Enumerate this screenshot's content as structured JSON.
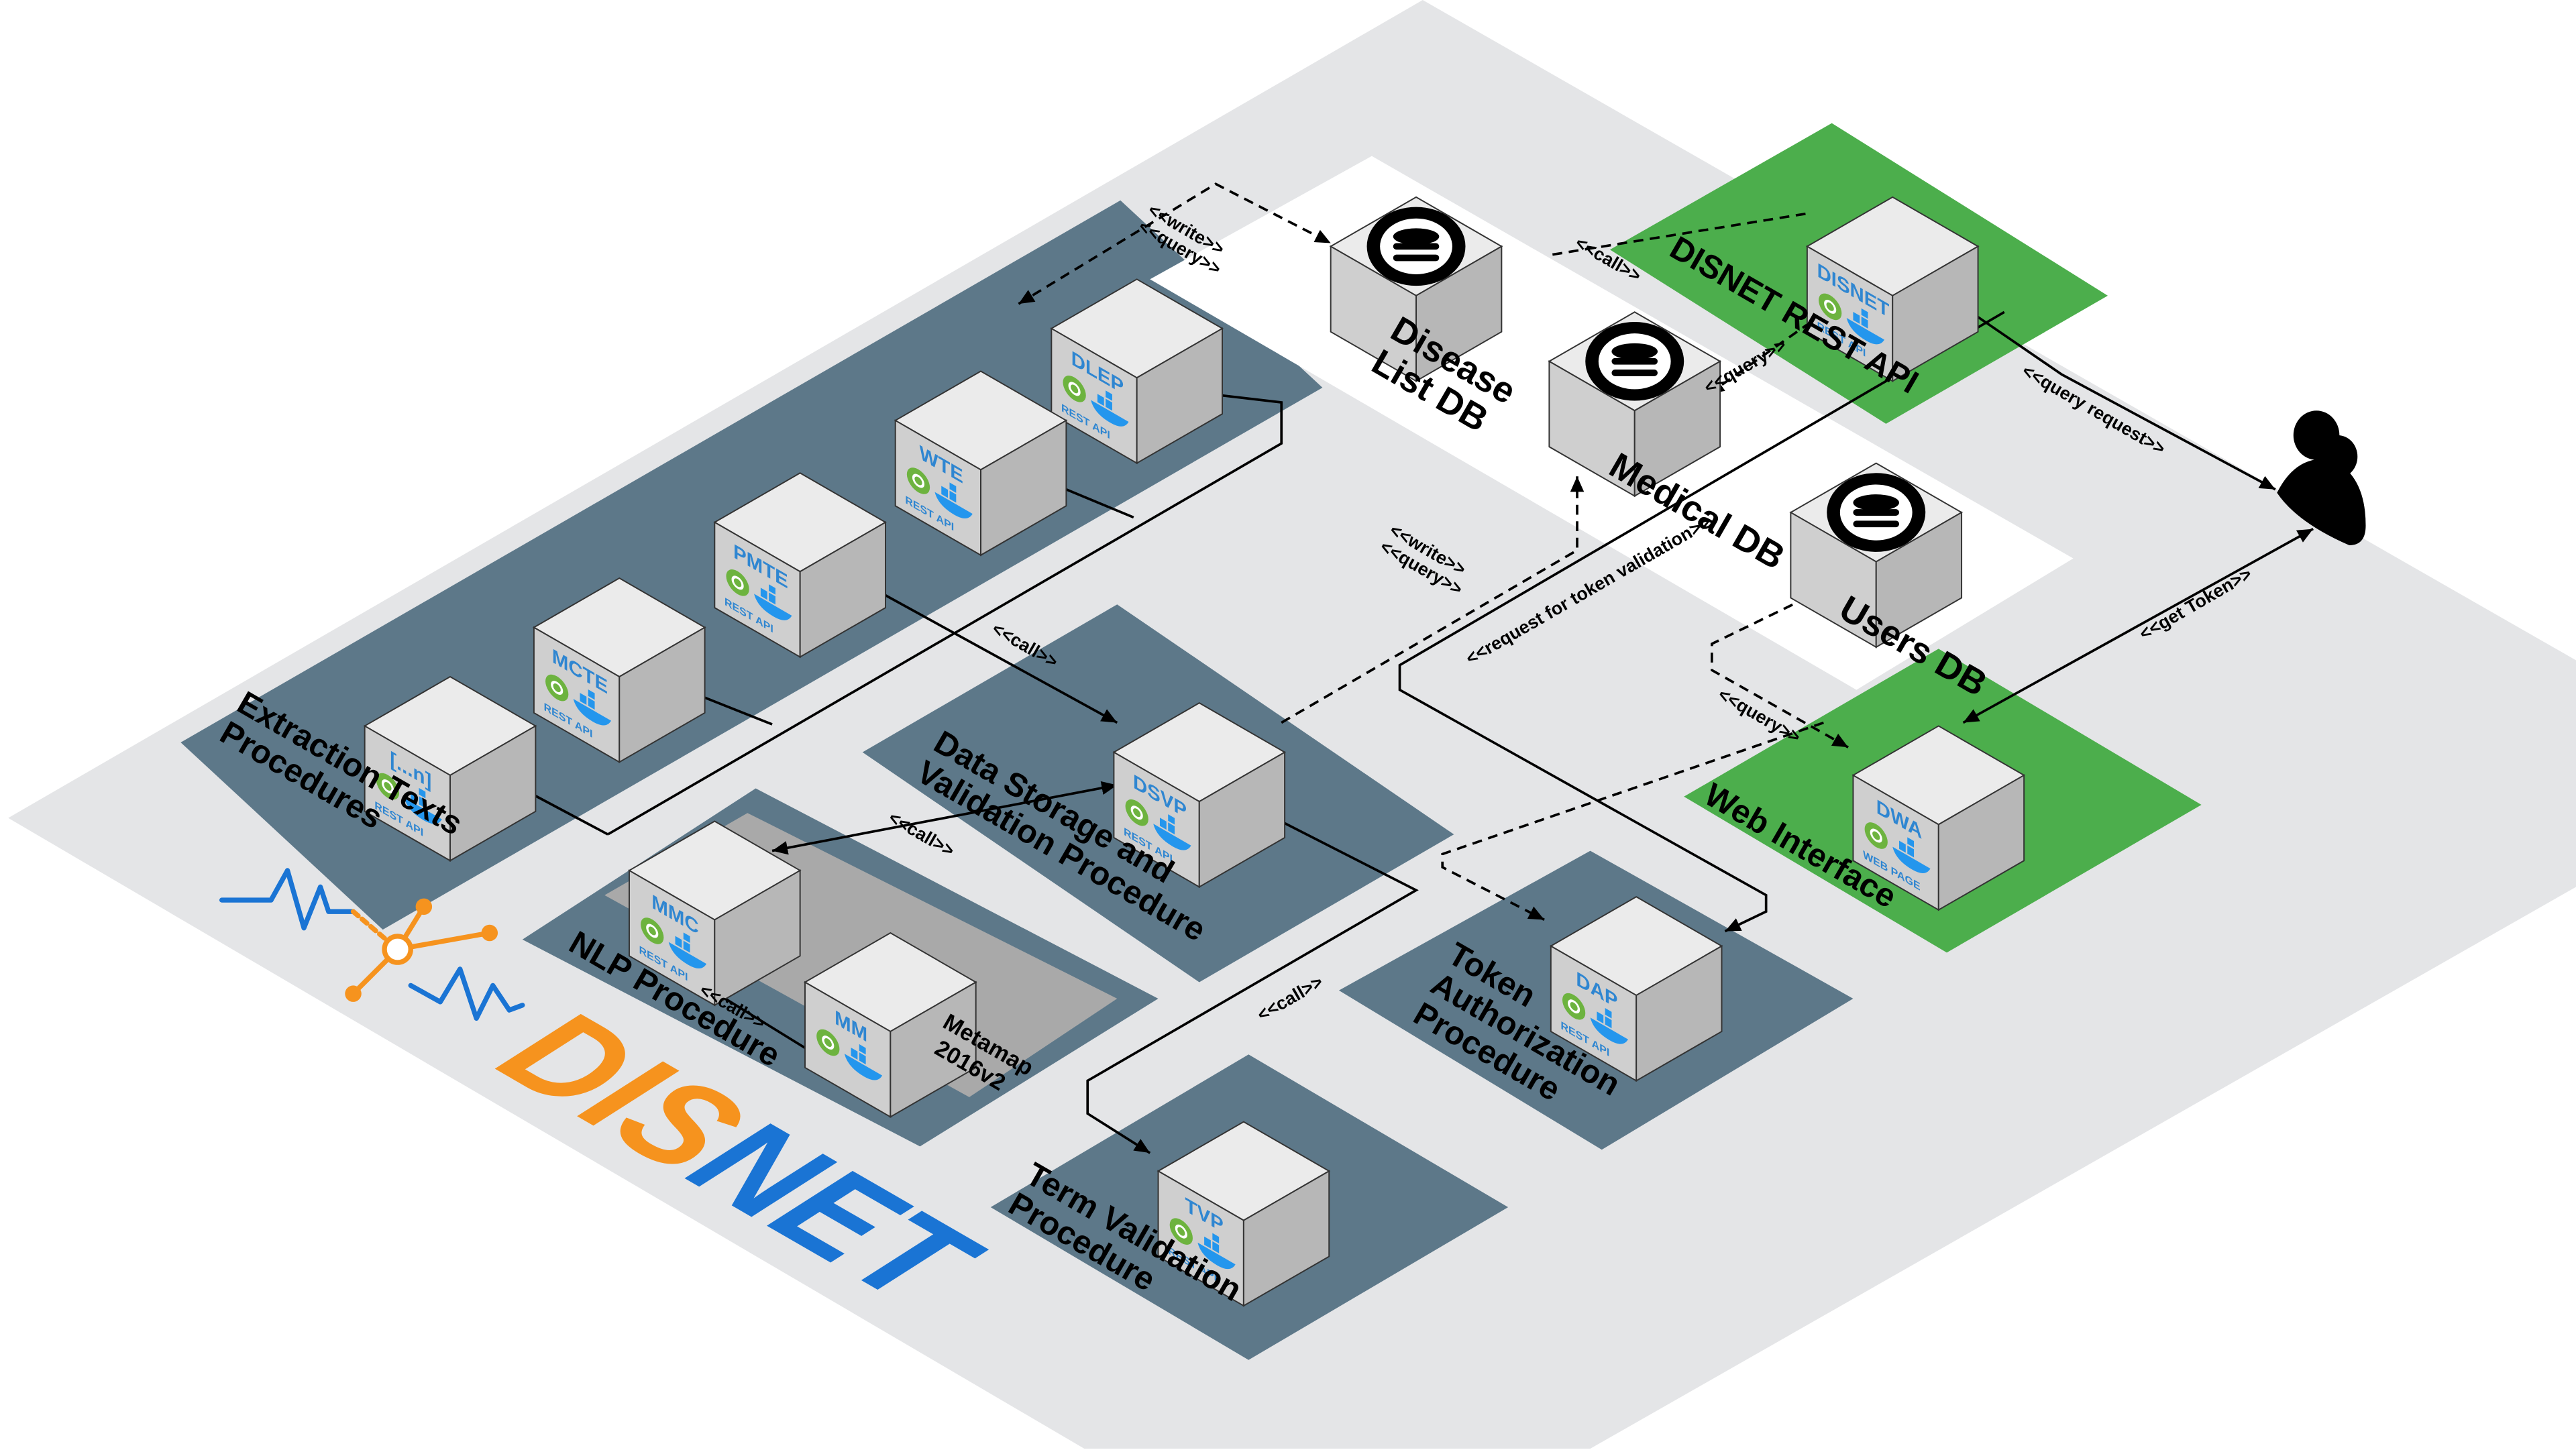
{
  "zones": {
    "extraction": "Extraction Texts Procedures",
    "data_storage": "Data Storage and Validation Procedure",
    "nlp": "NLP Procedure",
    "token_auth": "Token Authorization Procedure",
    "term_validation": "Term Validation Procedure",
    "disnet_rest_api": "DISNET REST API",
    "web_interface": "Web Interface"
  },
  "services": {
    "dlep": {
      "name": "DLEP",
      "tag": "REST API"
    },
    "wte": {
      "name": "WTE",
      "tag": "REST API"
    },
    "pmte": {
      "name": "PMTE",
      "tag": "REST API"
    },
    "mcte": {
      "name": "MCTE",
      "tag": "REST API"
    },
    "n": {
      "name": "[...n]",
      "tag": "REST API"
    },
    "dsvp": {
      "name": "DSVP",
      "tag": "REST API"
    },
    "mmc": {
      "name": "MMC",
      "tag": "REST API"
    },
    "mm": {
      "name": "MM",
      "tag": ""
    },
    "dap": {
      "name": "DAP",
      "tag": "REST API"
    },
    "tvp": {
      "name": "TVP",
      "tag": "REST API"
    },
    "disnet": {
      "name": "DISNET",
      "tag": "REST API"
    },
    "dwa": {
      "name": "DWA",
      "tag": "WEB PAGE"
    }
  },
  "metamap_label": [
    "Metamap",
    "2016v2"
  ],
  "databases": {
    "disease_list": [
      "Disease",
      "List DB"
    ],
    "medical": [
      "Medical DB"
    ],
    "users": [
      "Users DB"
    ]
  },
  "edge_labels": {
    "write_query_top": [
      "<<write>>",
      "<<query>>"
    ],
    "call_db": "<<call>>",
    "query_medical": "<<query>>",
    "query_request": "<<query request>>",
    "write_query_mid": [
      "<<write>>",
      "<<query>>"
    ],
    "token_validation": "<<request for token validation>>",
    "call_dsvp": "<<call>>",
    "call_mmc": "<<call>>",
    "call_mm": "<<call>>",
    "query_users": "<<query>>",
    "get_token": "<<get Token>>",
    "call_tvp": "<<call>>"
  },
  "logo": {
    "part1": "DIS",
    "part2": "NET"
  },
  "colors": {
    "platform": "#e4e5e7",
    "zone": "#5d7889",
    "green": "#4cae4c",
    "white": "#ffffff",
    "box_top": "#ebebeb",
    "box_left": "#cfcfcf",
    "box_right": "#b7b7b7",
    "accent_blue": "#2f86d1",
    "logo_orange": "#f6931e",
    "logo_blue": "#1a74d4",
    "spring_green": "#6db33f",
    "docker_blue": "#2496ed"
  }
}
